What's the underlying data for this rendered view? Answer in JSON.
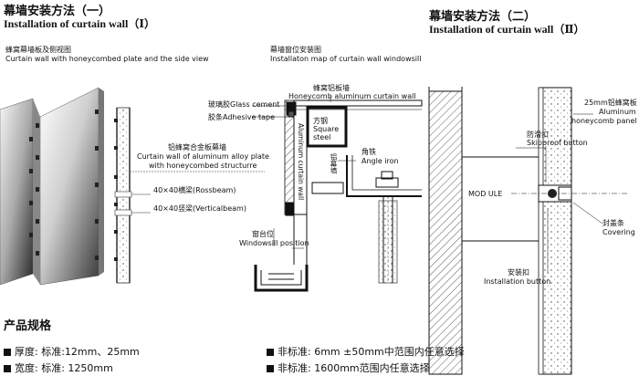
{
  "left": {
    "heading_cn": "幕墙安装方法（一）",
    "heading_en": "Installation of curtain wall（Ⅰ）",
    "side_title_cn": "蜂窝幕墙板及侧视图",
    "side_title_en": "Curtain wall with honeycombed plate and the side view",
    "plate_cn": "铝蜂窝合金板幕墙",
    "plate_en1": "Curtain wall of aluminum alloy plate",
    "plate_en2": "with honeycombed structurre",
    "rossbeam": "40×40横梁(Rossbeam)",
    "verticalbeam": "40×40竖梁(Verticalbeam)"
  },
  "middle": {
    "title_cn": "幕墙窗位安装图",
    "title_en": "Installaton map of curtain wall windowsill",
    "glass_cement": "玻璃胶Glass cement",
    "adhesive_tape": "胶条Adhesive tape",
    "panel_cn": "蜂窝铝板墙",
    "panel_en": "Honeycomb aluminum curtain wall",
    "steel_cn": "方钢",
    "steel_en1": "Square",
    "steel_en2": "steel",
    "vertical_en": "Aluminum curtain wall",
    "vertical_cn": "铝幕墙",
    "angle_cn": "角铁",
    "angle_en": "Angle iron",
    "sill_cn": "窗台位",
    "sill_en": "Windowsill position"
  },
  "right": {
    "heading_cn": "幕墙安装方法（二）",
    "heading_en": "Installation of curtain wall（Ⅱ）",
    "panel25_cn": "25mm铝蜂窝板",
    "panel25_en1": "Aluminum",
    "panel25_en2": "honeycomb panel",
    "skip_cn": "防滑扣",
    "skip_en": "Skipproof button",
    "module": "MOD ULE",
    "cover_cn": "封盖条",
    "cover_en": "Covering",
    "install_cn": "安装扣",
    "install_en": "Installation button"
  },
  "specs": {
    "title": "产品规格",
    "thickness": "厚度: 标准:12mm、25mm",
    "width": "宽度: 标准: 1250mm",
    "nonstd1": "非标准:  6mm ±50mm中范围内任意选择",
    "nonstd2": "非标准: 1600mm范围内任意选择"
  }
}
